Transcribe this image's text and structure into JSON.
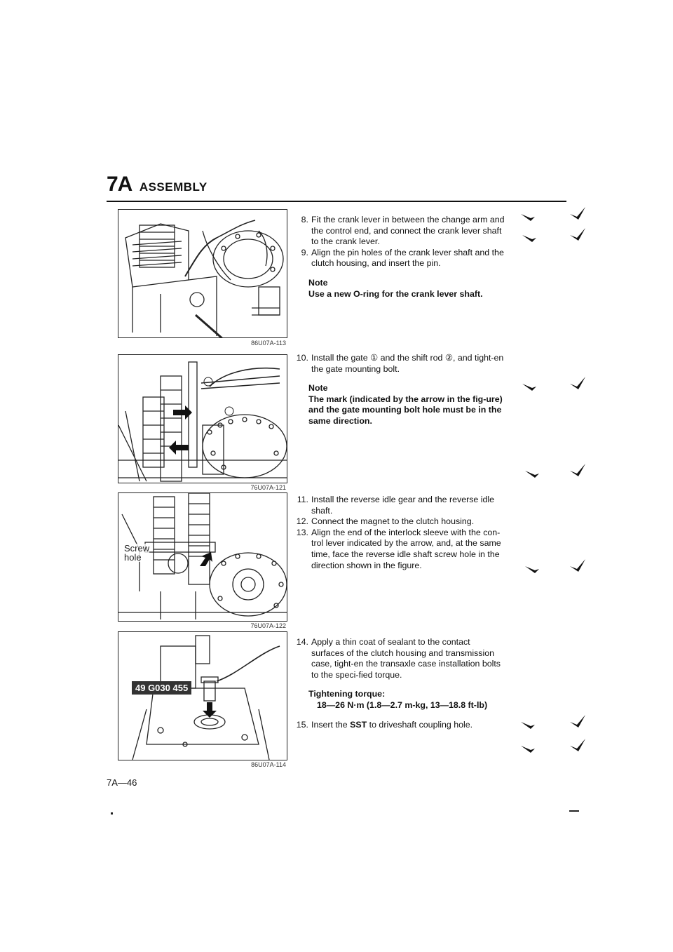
{
  "header": {
    "section": "7A",
    "title": "ASSEMBLY"
  },
  "figures": [
    {
      "caption": "86U07A-113"
    },
    {
      "caption": "76U07A-121"
    },
    {
      "caption": "76U07A-122",
      "label": "Screw\nhole"
    },
    {
      "caption": "86U07A-114",
      "label": "49 G030 455"
    }
  ],
  "steps": [
    {
      "num": "8.",
      "text": "Fit the crank lever in between the change arm and the control end, and connect the crank lever shaft to the crank lever."
    },
    {
      "num": "9.",
      "text": "Align the pin holes of the crank lever shaft and the clutch housing, and insert the pin."
    },
    {
      "num": "10.",
      "text": "Install the gate ① and the shift rod ②, and tight-en the gate mounting bolt."
    },
    {
      "num": "11.",
      "text": "Install the reverse idle gear and the reverse idle shaft."
    },
    {
      "num": "12.",
      "text": "Connect the magnet to the clutch housing."
    },
    {
      "num": "13.",
      "text": "Align the end of the interlock sleeve with the con-trol lever indicated by the arrow, and, at the same time, face the reverse idle shaft screw hole in the direction shown in the figure."
    },
    {
      "num": "14.",
      "text": "Apply a thin coat of sealant to the contact surfaces of the clutch housing and transmission case, tight-en the transaxle case installation bolts to the speci-fied torque."
    },
    {
      "num": "15.",
      "text_before": "Insert the ",
      "text_bold": "SST",
      "text_after": " to driveshaft coupling hole."
    }
  ],
  "notes": [
    {
      "heading": "Note",
      "text": "Use a new O-ring for the crank lever shaft."
    },
    {
      "heading": "Note",
      "text": "The mark (indicated by the arrow in the fig-ure) and the gate mounting bolt hole must be in the same direction."
    }
  ],
  "spec": {
    "label": "Tightening torque:",
    "value": "18—26 N·m (1.8—2.7 m-kg, 13—18.8 ft-lb)"
  },
  "footer": {
    "page": "7A—46"
  }
}
